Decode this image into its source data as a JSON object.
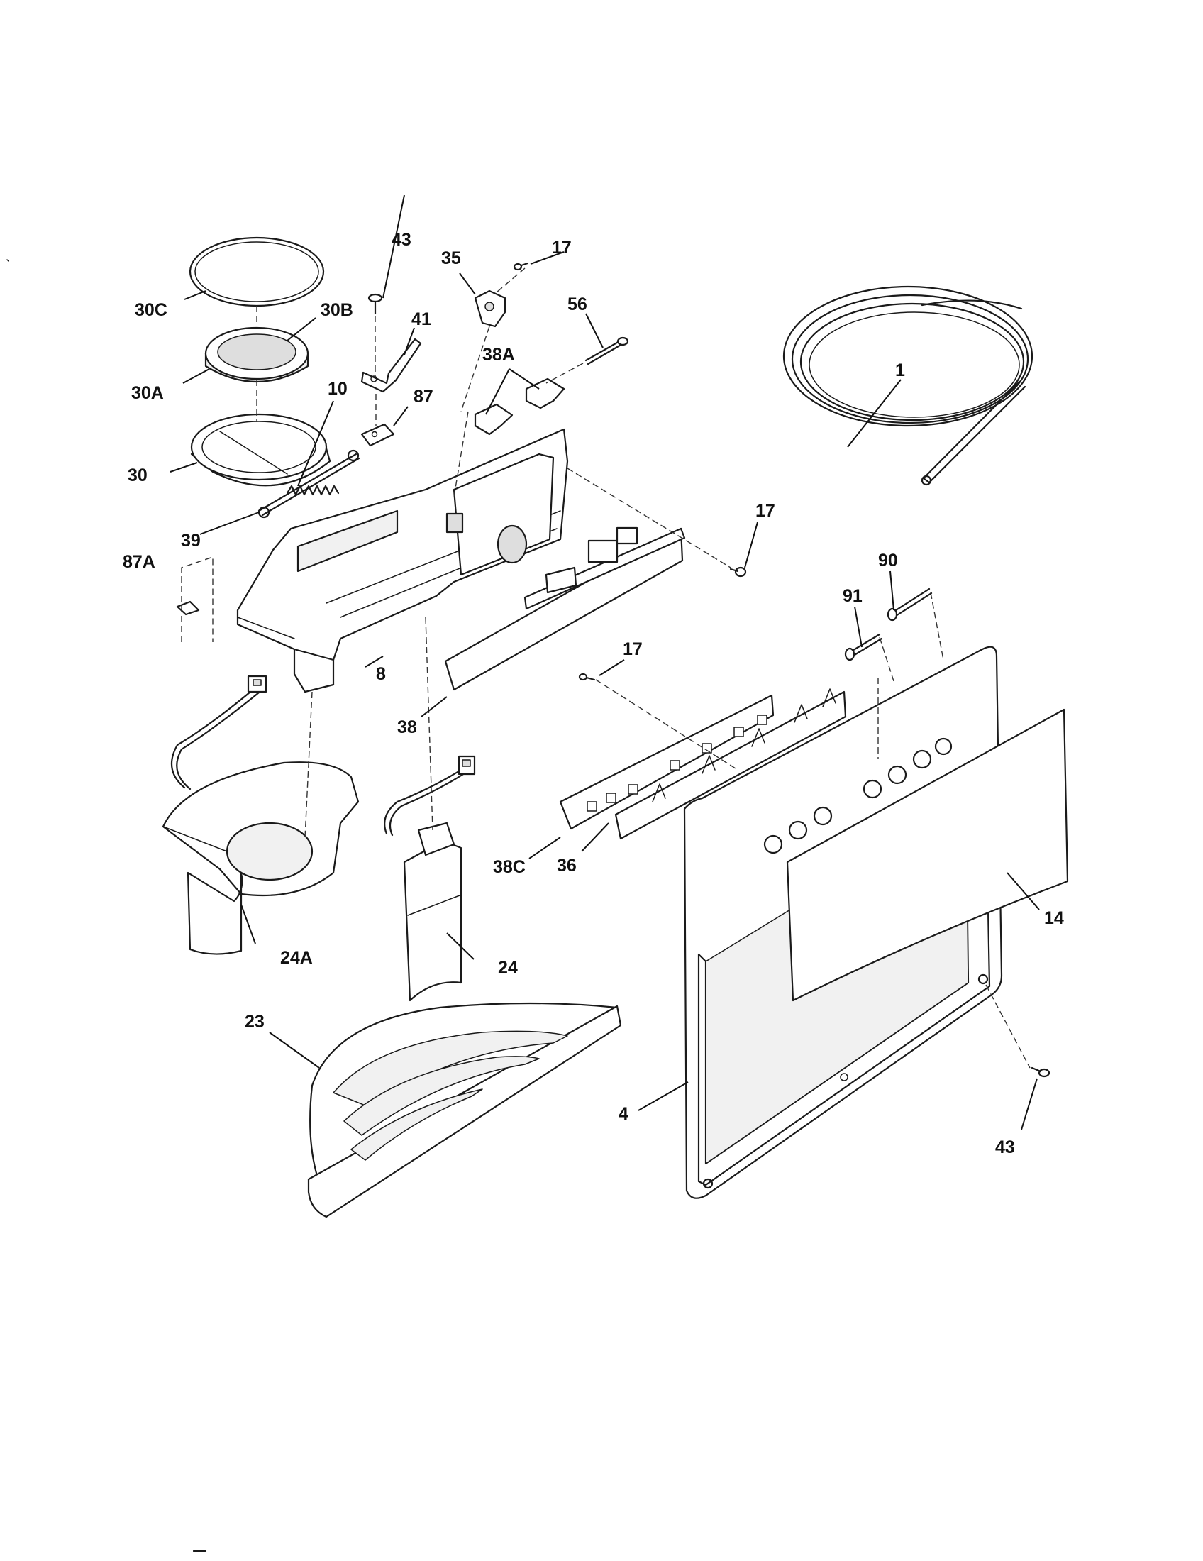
{
  "diagram": {
    "labels": {
      "l1": "1",
      "l4": "4",
      "l8": "8",
      "l10": "10",
      "l14": "14",
      "l17a": "17",
      "l17b": "17",
      "l17c": "17",
      "l23": "23",
      "l24": "24",
      "l24a": "24A",
      "l30": "30",
      "l30a": "30A",
      "l30b": "30B",
      "l30c": "30C",
      "l35": "35",
      "l36": "36",
      "l38": "38",
      "l38a": "38A",
      "l38c": "38C",
      "l39": "39",
      "l41": "41",
      "l43a": "43",
      "l43b": "43",
      "l56": "56",
      "l87": "87",
      "l87a": "87A",
      "l90": "90",
      "l91": "91"
    }
  }
}
